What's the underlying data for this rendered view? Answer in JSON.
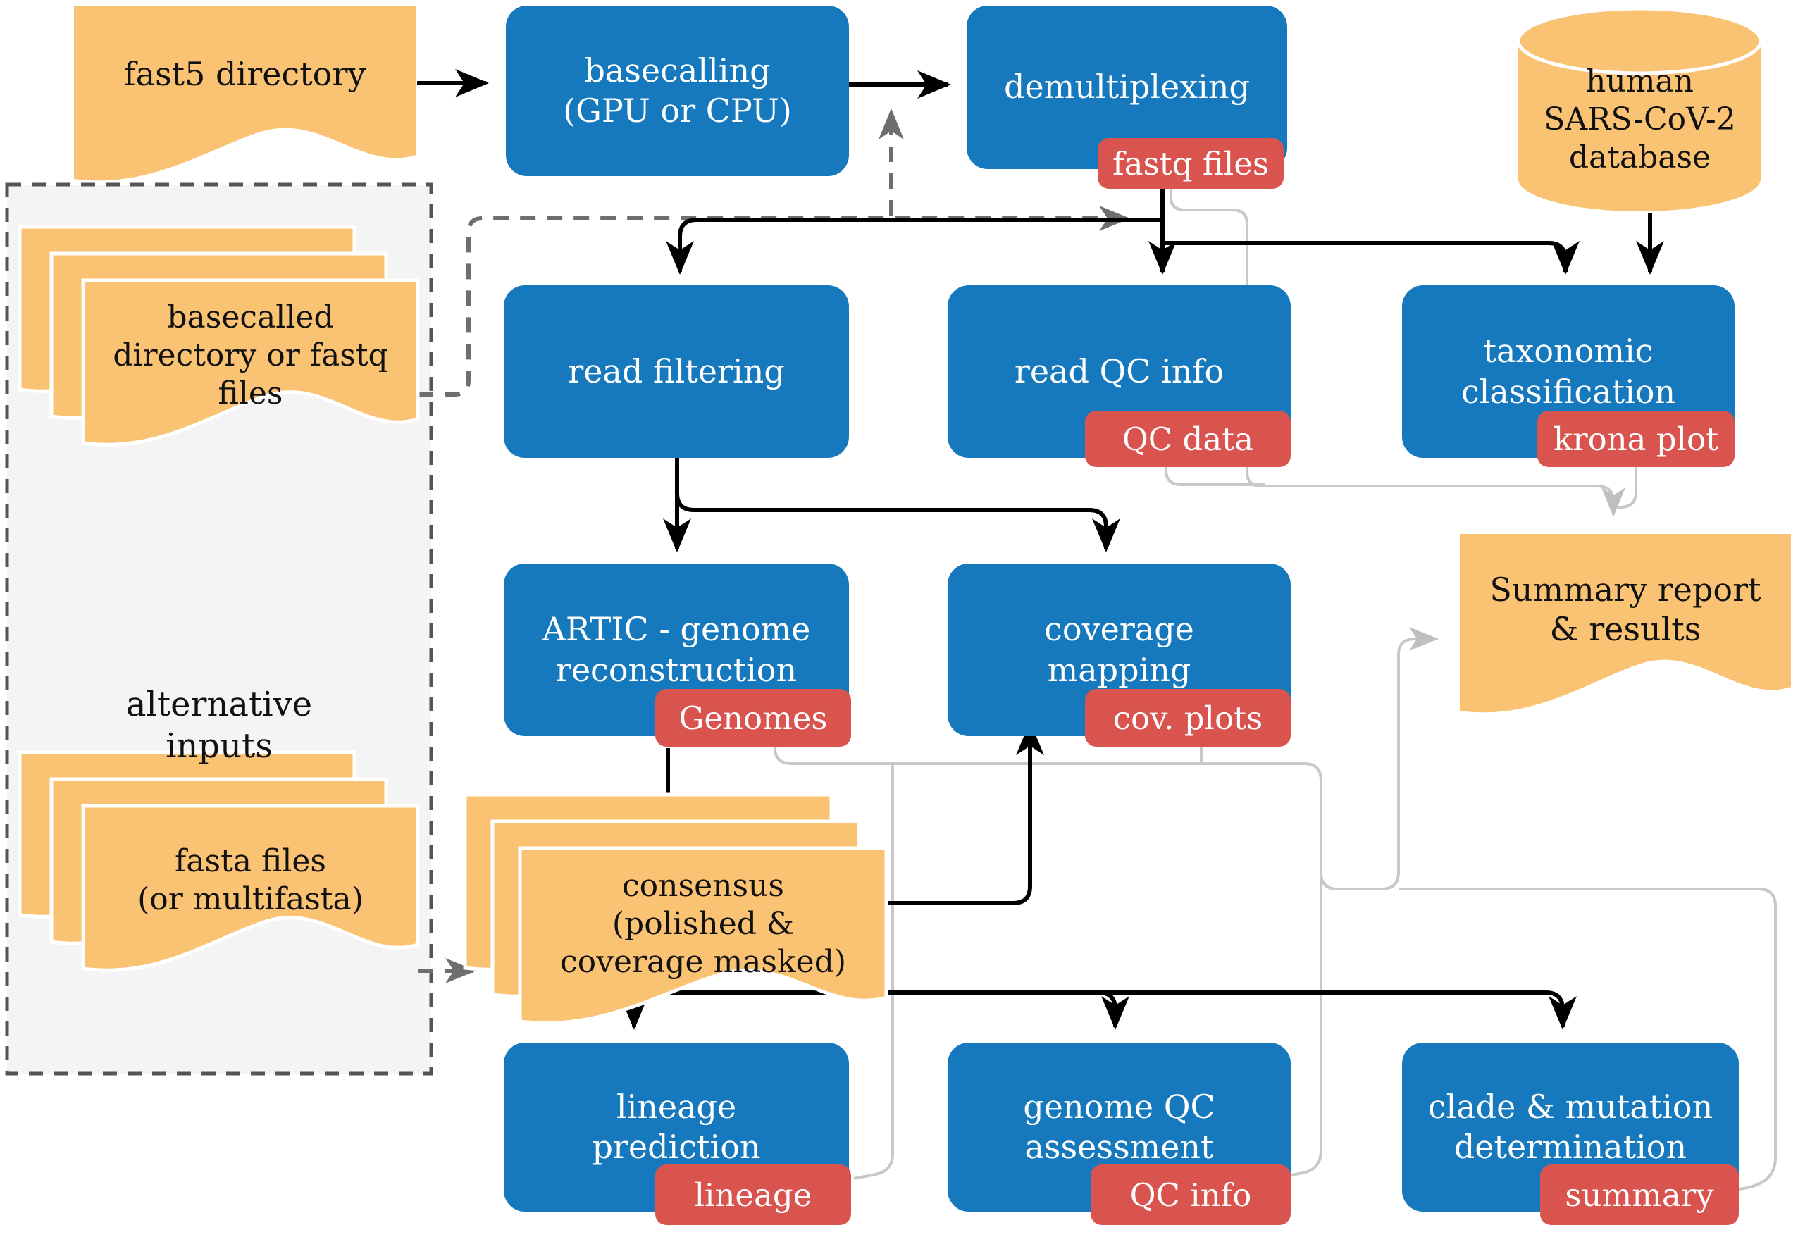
{
  "title": "SARS-CoV-2 nanopore analysis workflow",
  "palette": {
    "process_blue": "#1779bd",
    "output_red": "#d9534f",
    "file_orange": "#f9c373",
    "connector_gray": "#c8c8c8",
    "dashed_gray": "#6e6e6e",
    "alt_box_fill": "#f4f4f4",
    "arrow_black": "#000000"
  },
  "nodes": {
    "fast5": {
      "lines": [
        "fast5 directory"
      ]
    },
    "basecalling": {
      "lines": [
        "basecalling",
        "(GPU or CPU)"
      ]
    },
    "demultiplexing": {
      "lines": [
        "demultiplexing"
      ],
      "badge": "fastq files"
    },
    "database": {
      "lines": [
        "human",
        "SARS-CoV-2",
        "database"
      ]
    },
    "alt_inputs": {
      "lines": [
        "alternative",
        "inputs"
      ]
    },
    "basecalled": {
      "lines": [
        "basecalled",
        "directory or fastq",
        "files"
      ]
    },
    "fasta": {
      "lines": [
        "fasta files",
        "(or multifasta)"
      ]
    },
    "read_filtering": {
      "lines": [
        "read filtering"
      ]
    },
    "read_qc": {
      "lines": [
        "read QC info"
      ],
      "badge": "QC data"
    },
    "taxonomic": {
      "lines": [
        "taxonomic",
        "classification"
      ],
      "badge": "krona plot"
    },
    "artic": {
      "lines": [
        "ARTIC - genome",
        "reconstruction"
      ],
      "badge": "Genomes"
    },
    "coverage": {
      "lines": [
        "coverage",
        "mapping"
      ],
      "badge": "cov. plots"
    },
    "summary_doc": {
      "lines": [
        "Summary report",
        "& results"
      ]
    },
    "consensus": {
      "lines": [
        "consensus",
        "(polished &",
        "coverage masked)"
      ]
    },
    "lineage": {
      "lines": [
        "lineage",
        "prediction"
      ],
      "badge": "lineage"
    },
    "genome_qc": {
      "lines": [
        "genome QC",
        "assessment"
      ],
      "badge": "QC info"
    },
    "clade": {
      "lines": [
        "clade & mutation",
        "determination"
      ],
      "badge": "summary"
    }
  }
}
